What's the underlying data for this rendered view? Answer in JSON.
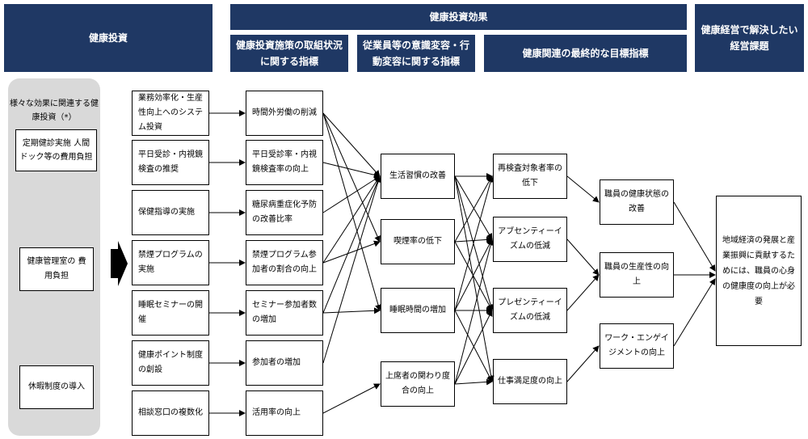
{
  "headers": {
    "investment": "健康投資",
    "effect": "健康投資効果",
    "effect_sub1": "健康投資施策の取組状況に関する指標",
    "effect_sub2": "従業員等の意識変容・行動変容に関する指標",
    "effect_sub3": "健康関連の最終的な目標指標",
    "issue": "健康経営で解決したい経営課題"
  },
  "various_effects": {
    "title": "様々な効果に関連する健康投資（*）",
    "items": [
      "定期健診実施 人間ドック等の費用負担",
      "健康管理室の 費用負担",
      "休暇制度の導入"
    ]
  },
  "arrow_icon": "right-arrow-icon",
  "measures": [
    "業務効率化・生産性向上へのシステム投資",
    "平日受診・内視鏡検査の推奨",
    "保健指導の実施",
    "禁煙プログラムの実施",
    "睡眠セミナーの開催",
    "健康ポイント制度の創設",
    "相談窓口の複数化"
  ],
  "indicators": [
    "時間外労働の削減",
    "平日受診率・内視鏡検査率の向上",
    "糖尿病重症化予防の改善比率",
    "禁煙プログラム参加者の割合の向上",
    "セミナー参加者数の増加",
    "参加者の増加",
    "活用率の向上"
  ],
  "behaviors": [
    "生活習慣の改善",
    "喫煙率の低下",
    "睡眠時間の増加",
    "上席者の関わり度合の向上"
  ],
  "intermediate_goals": [
    "再検査対象者率の低下",
    "アブセンティーイズムの低減",
    "プレゼンティーイズムの低減",
    "仕事満足度の向上"
  ],
  "final_goals": [
    "職員の健康状態の改善",
    "職員の生産性の向上",
    "ワーク・エンゲイジメントの向上"
  ],
  "business_issue": "地域経済の発展と産業振興に貢献するためには、職員の心身の健康度の向上が必要"
}
